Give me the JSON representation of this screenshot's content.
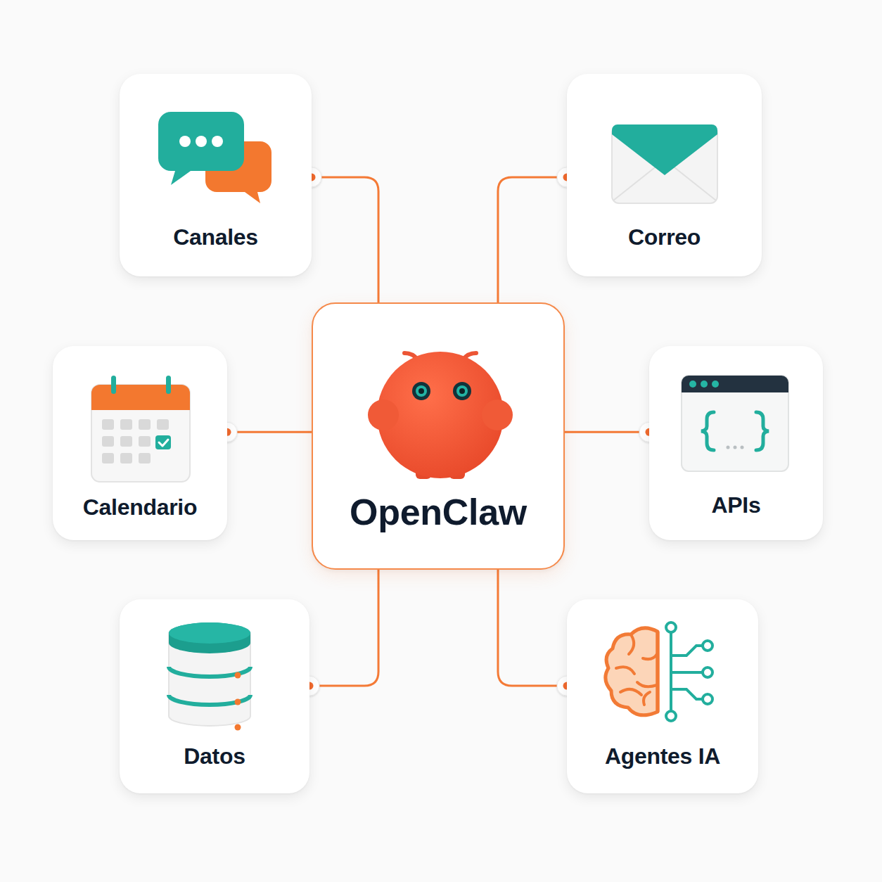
{
  "diagram": {
    "nodes": [
      {
        "text": [
          "Canales"
        ]
      },
      {
        "text": [
          "Correo"
        ]
      },
      {
        "text": [
          "Calendario"
        ]
      },
      {
        "text": [
          "OpenClaw"
        ]
      },
      {
        "text": [
          "APIs"
        ]
      },
      {
        "text": [
          "Datos"
        ]
      },
      {
        "text": [
          "Agentes IA"
        ]
      }
    ],
    "edges": [
      {
        "from": 3,
        "to": 0,
        "arrow": "none"
      },
      {
        "from": 3,
        "to": 1,
        "arrow": "none"
      },
      {
        "from": 3,
        "to": 2,
        "arrow": "none"
      },
      {
        "from": 3,
        "to": 4,
        "arrow": "none"
      },
      {
        "from": 3,
        "to": 5,
        "arrow": "none"
      },
      {
        "from": 3,
        "to": 6,
        "arrow": "none"
      }
    ]
  }
}
